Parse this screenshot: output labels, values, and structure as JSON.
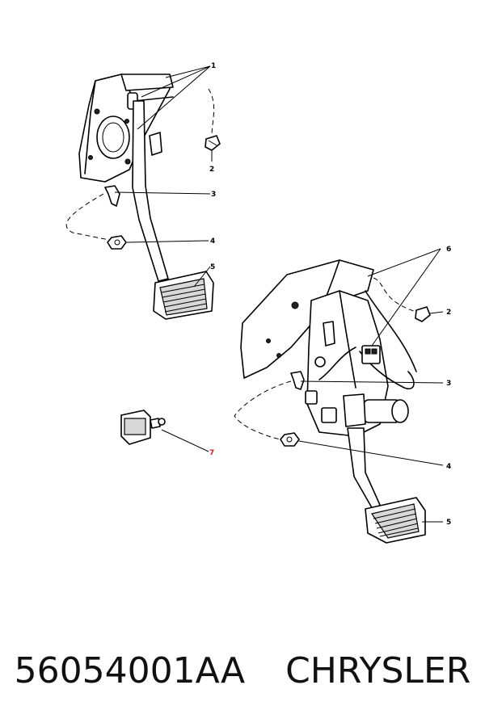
{
  "diagram": {
    "callouts": {
      "c1": "1",
      "c2a": "2",
      "c3a": "3",
      "c4a": "4",
      "c5a": "5",
      "c6": "6",
      "c2b": "2",
      "c3b": "3",
      "c4b": "4",
      "c5b": "5",
      "c7": "7"
    },
    "colors": {
      "line": "#000000",
      "highlight_callout": "#dd2222"
    }
  },
  "footer": {
    "part_number": "56054001AA",
    "brand": "CHRYSLER"
  }
}
